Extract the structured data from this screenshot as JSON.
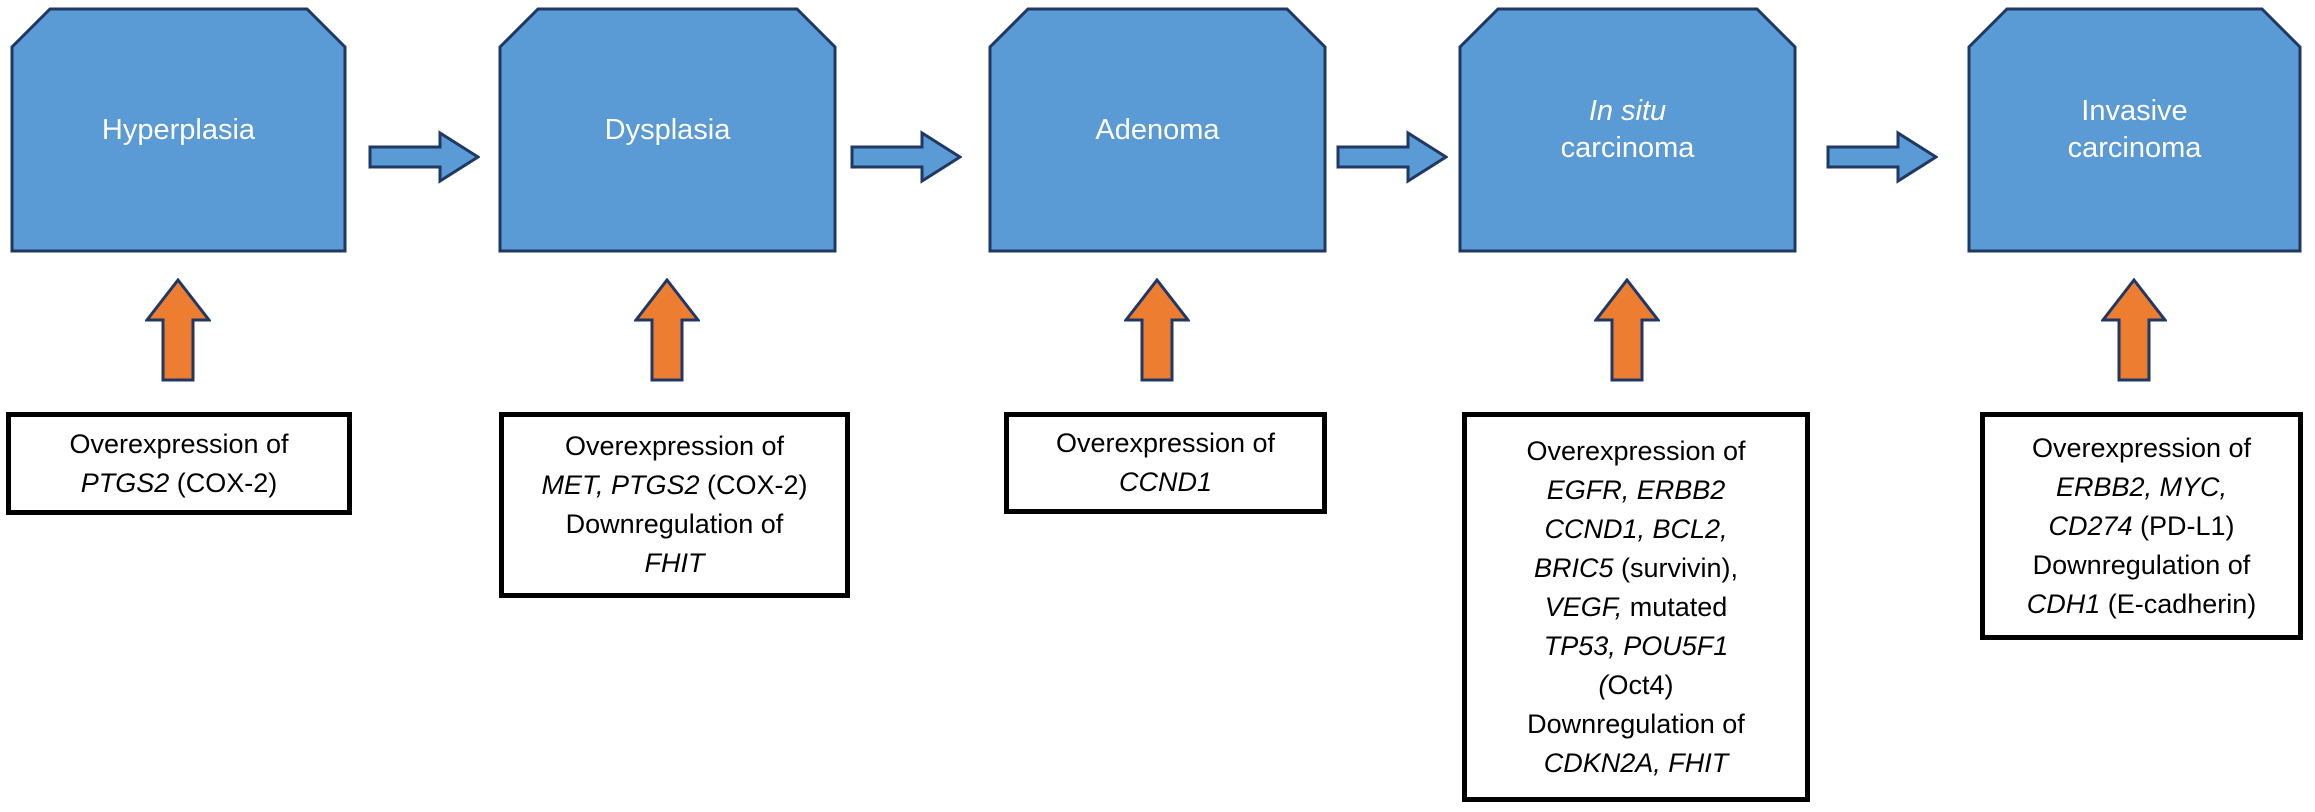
{
  "figure": {
    "colors": {
      "stage_fill": "#5b9bd5",
      "stage_border": "#1f3864",
      "flow_arrow_fill": "#5b9bd5",
      "flow_arrow_border": "#1f3864",
      "up_arrow_fill": "#ed7d31",
      "up_arrow_border": "#1f3864",
      "annotation_bg": "#ffffff",
      "annotation_border": "#000000",
      "annotation_text": "#000000",
      "stage_text": "#ffffff"
    },
    "stages": [
      {
        "id": "hyperplasia",
        "name": "Hyperplasia",
        "label_lines": [
          [
            {
              "text": "Hyperplasia",
              "italic": false
            }
          ]
        ],
        "annotation_lines": [
          [
            {
              "text": "Overexpression of",
              "italic": false
            }
          ],
          [
            {
              "text": "PTGS2",
              "italic": true
            },
            {
              "text": " (COX-2)",
              "italic": false
            }
          ]
        ]
      },
      {
        "id": "dysplasia",
        "name": "Dysplasia",
        "label_lines": [
          [
            {
              "text": "Dysplasia",
              "italic": false
            }
          ]
        ],
        "annotation_lines": [
          [
            {
              "text": "Overexpression of",
              "italic": false
            }
          ],
          [
            {
              "text": "MET, PTGS2",
              "italic": true
            },
            {
              "text": " (COX-2)",
              "italic": false
            }
          ],
          [
            {
              "text": "Downregulation of",
              "italic": false
            }
          ],
          [
            {
              "text": "FHIT",
              "italic": true
            }
          ]
        ]
      },
      {
        "id": "adenoma",
        "name": "Adenoma",
        "label_lines": [
          [
            {
              "text": "Adenoma",
              "italic": false
            }
          ]
        ],
        "annotation_lines": [
          [
            {
              "text": "Overexpression of",
              "italic": false
            }
          ],
          [
            {
              "text": "CCND1",
              "italic": true
            }
          ]
        ]
      },
      {
        "id": "in-situ-carcinoma",
        "name": "In situ carcinoma",
        "label_lines": [
          [
            {
              "text": "In situ",
              "italic": true
            }
          ],
          [
            {
              "text": "carcinoma",
              "italic": false
            }
          ]
        ],
        "annotation_lines": [
          [
            {
              "text": "Overexpression of",
              "italic": false
            }
          ],
          [
            {
              "text": "EGFR, ERBB2",
              "italic": true
            }
          ],
          [
            {
              "text": "CCND1, BCL2,",
              "italic": true
            }
          ],
          [
            {
              "text": "BRIC5",
              "italic": true
            },
            {
              "text": " (survivin),",
              "italic": false
            }
          ],
          [
            {
              "text": "VEGF,",
              "italic": true
            },
            {
              "text": " mutated",
              "italic": false
            }
          ],
          [
            {
              "text": "TP53, POU5F1",
              "italic": true
            }
          ],
          [
            {
              "text": "(",
              "italic": true
            },
            {
              "text": "Oct4)",
              "italic": false
            }
          ],
          [
            {
              "text": "Downregulation of",
              "italic": false
            }
          ],
          [
            {
              "text": "CDKN2A, FHIT",
              "italic": true
            }
          ]
        ]
      },
      {
        "id": "invasive-carcinoma",
        "name": "Invasive carcinoma",
        "label_lines": [
          [
            {
              "text": "Invasive",
              "italic": false
            }
          ],
          [
            {
              "text": "carcinoma",
              "italic": false
            }
          ]
        ],
        "annotation_lines": [
          [
            {
              "text": "Overexpression of",
              "italic": false
            }
          ],
          [
            {
              "text": "ERBB2, MYC,",
              "italic": true
            }
          ],
          [
            {
              "text": "CD274",
              "italic": true
            },
            {
              "text": " (PD-L1)",
              "italic": false
            }
          ],
          [
            {
              "text": "Downregulation of",
              "italic": false
            }
          ],
          [
            {
              "text": "CDH1",
              "italic": true
            },
            {
              "text": " (E-cadherin)",
              "italic": false
            }
          ]
        ]
      }
    ]
  }
}
